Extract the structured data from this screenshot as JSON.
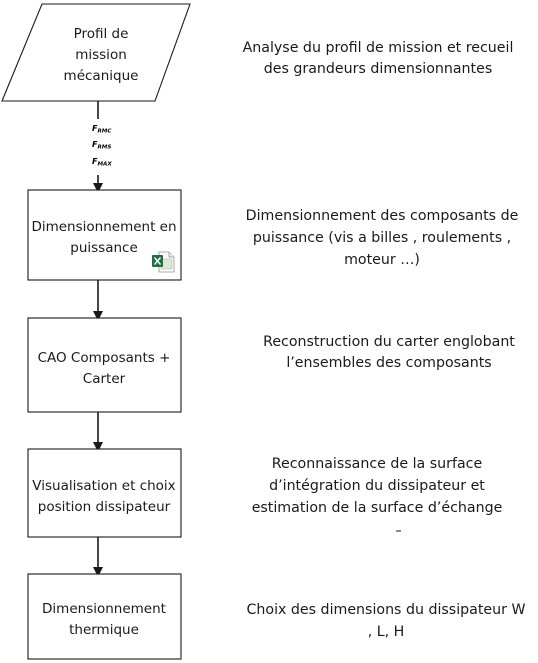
{
  "diagram": {
    "start_shape": {
      "lines": [
        "Profil de",
        "mission",
        "mécanique"
      ]
    },
    "flow_labels": [
      {
        "main": "F",
        "sub": "RMC"
      },
      {
        "main": "F",
        "sub": "RMS"
      },
      {
        "main": "F",
        "sub": "MAX"
      }
    ],
    "steps": [
      {
        "lines": [
          "Dimensionnement en",
          "puissance"
        ],
        "icon": "excel-icon"
      },
      {
        "lines": [
          "CAO Composants +",
          "Carter"
        ]
      },
      {
        "lines": [
          "Visualisation et choix",
          "position dissipateur"
        ]
      },
      {
        "lines": [
          "Dimensionnement",
          "thermique"
        ]
      }
    ],
    "descriptions": [
      {
        "lines": [
          "Analyse du profil de mission et recueil",
          "des grandeurs dimensionnantes"
        ]
      },
      {
        "lines": [
          "Dimensionnement des composants de",
          "puissance (vis a billes , roulements ,",
          "moteur …)"
        ]
      },
      {
        "lines": [
          "Reconstruction du carter englobant",
          "l’ensembles des composants"
        ]
      },
      {
        "lines": [
          "Reconnaissance de la surface",
          "d’intégration du dissipateur et",
          "estimation de la surface d’échange"
        ]
      },
      {
        "lines": [
          "Choix des dimensions du dissipateur W",
          ", L, H"
        ]
      }
    ],
    "colors": {
      "stroke": "#1a1a1a",
      "excel_green": "#1e7145",
      "excel_light": "#dfe9d8"
    }
  }
}
